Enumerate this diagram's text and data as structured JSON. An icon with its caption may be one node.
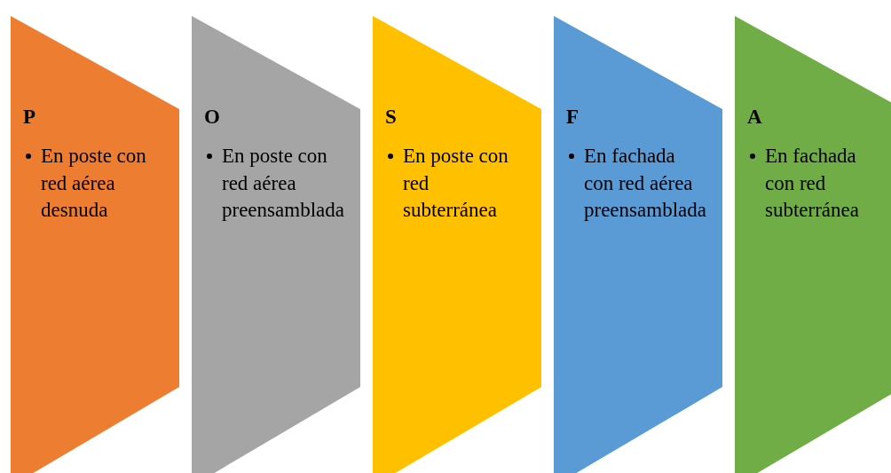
{
  "diagram": {
    "nodes": [
      {
        "text": [
          "P",
          "En poste con red aérea desnuda"
        ]
      },
      {
        "text": [
          "O",
          "En poste con red aérea preensamblada"
        ]
      },
      {
        "text": [
          "S",
          "En poste con red subterránea"
        ]
      },
      {
        "text": [
          "F",
          "En fachada con red aérea preensamblada"
        ]
      },
      {
        "text": [
          "A",
          "En fachada con red subterránea"
        ]
      }
    ]
  }
}
